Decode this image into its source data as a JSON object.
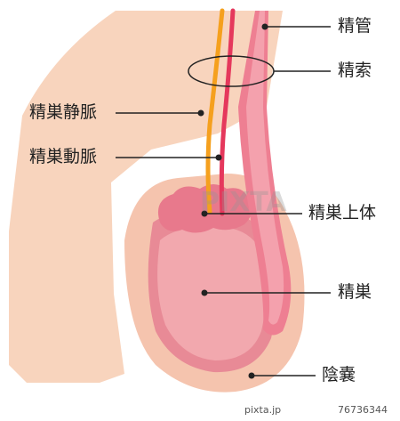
{
  "labels": {
    "vas_deferens": "精管",
    "spermatic_cord": "精索",
    "testicular_vein": "精巣静脈",
    "testicular_artery": "精巣動脈",
    "epididymis": "精巣上体",
    "testis": "精巣",
    "scrotum": "陰嚢"
  },
  "watermark": {
    "brand": "PIXTA",
    "footer_site": "pixta.jp",
    "footer_id": "76736344"
  },
  "colors": {
    "skin": "#f8d4bd",
    "scrotum_fill": "#f5c4ae",
    "testis_outer": "#e88a96",
    "testis_inner": "#f2a8ae",
    "vein": "#f5a01e",
    "artery": "#e5385c",
    "vas": "#ee7f92",
    "leader": "#222222"
  }
}
